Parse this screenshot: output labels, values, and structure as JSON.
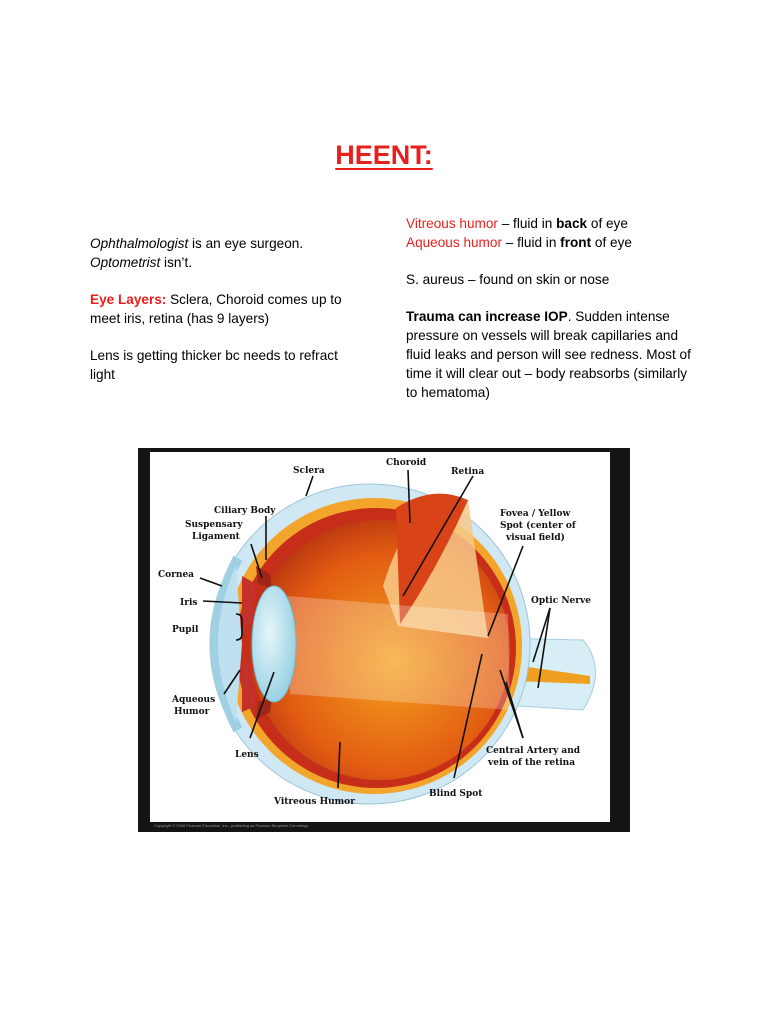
{
  "title": "HEENT:",
  "left": {
    "p1_term1": "Ophthalmologist",
    "p1_text1": " is an eye surgeon.",
    "p1_term2": "Optometrist",
    "p1_text2": " isn’t.",
    "p2_label": "Eye Layers:",
    "p2_text": " Sclera, Choroid comes up to meet iris, retina (has 9 layers)",
    "p3_text": "Lens is getting thicker bc needs to refract light"
  },
  "right": {
    "l1_term": "Vitreous humor",
    "l1_mid": " – fluid in ",
    "l1_bold": "back",
    "l1_end": " of eye",
    "l2_term": "Aqueous humor",
    "l2_mid": " – fluid in ",
    "l2_bold": "front",
    "l2_end": " of eye",
    "p2_text": "S. aureus – found on skin or nose",
    "p3_bold": "Trauma can increase IOP",
    "p3_text": ". Sudden intense pressure on vessels will break capillaries and fluid leaks and person will see redness. Most of time it will clear out – body reabsorbs (similarly to hematoma)"
  },
  "diagram": {
    "labels": {
      "sclera": "Sclera",
      "choroid": "Choroid",
      "retina": "Retina",
      "ciliary_body": "Ciliary Body",
      "suspensary_1": "Suspensary",
      "suspensary_2": "Ligament",
      "fovea_1": "Fovea / Yellow",
      "fovea_2": "Spot (center of",
      "fovea_3": "visual field)",
      "cornea": "Cornea",
      "iris": "Iris",
      "pupil": "Pupil",
      "optic_nerve": "Optic Nerve",
      "aqueous_1": "Aqueous",
      "aqueous_2": "Humor",
      "lens": "Lens",
      "central_1": "Central Artery  and",
      "central_2": "vein of  the  retina",
      "blind_spot": "Blind  Spot",
      "vitreous": "Vitreous Humor"
    },
    "credit": "Copyright © 2006 Pearson Education, Inc., publishing as Pearson Benjamin Cummings."
  }
}
